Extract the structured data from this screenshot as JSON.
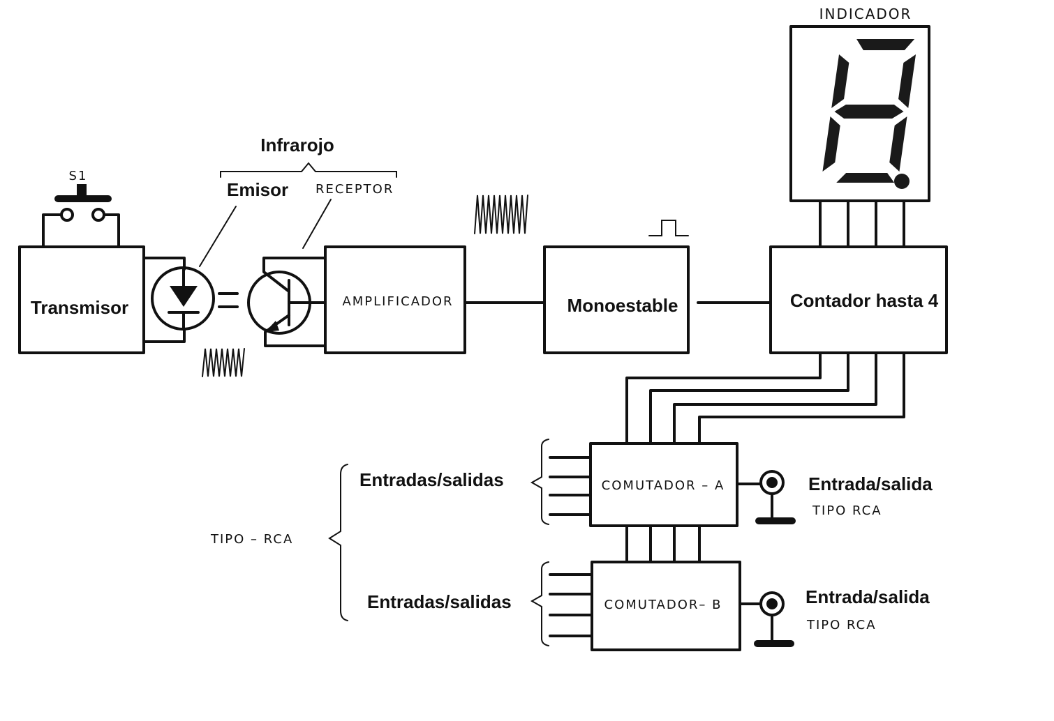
{
  "labels": {
    "indicador": "INDICADOR",
    "infrarojo": "Infrarojo",
    "s1": "S1",
    "emisor": "Emisor",
    "receptor": "RECEPTOR",
    "transmisor": "Transmisor",
    "amplificador": "AMPLIFICADOR",
    "monoestable": "Monoestable",
    "contador": "Contador hasta 4",
    "entradas_a": "Entradas/salidas",
    "entradas_b": "Entradas/salidas",
    "tipo_rca_left": "TIPO – RCA",
    "comutador_a": "COMUTADOR – A",
    "comutador_b": "COMUTADOR– B",
    "entrada_a": "Entrada/salida",
    "tipo_rca_a": "TIPO  RCA",
    "entrada_b": "Entrada/salida",
    "tipo_rca_b": "TIPO  RCA"
  },
  "colors": {
    "ink": "#111111",
    "paper": "#ffffff"
  },
  "display": {
    "digit": "8",
    "decimal_point": true
  }
}
